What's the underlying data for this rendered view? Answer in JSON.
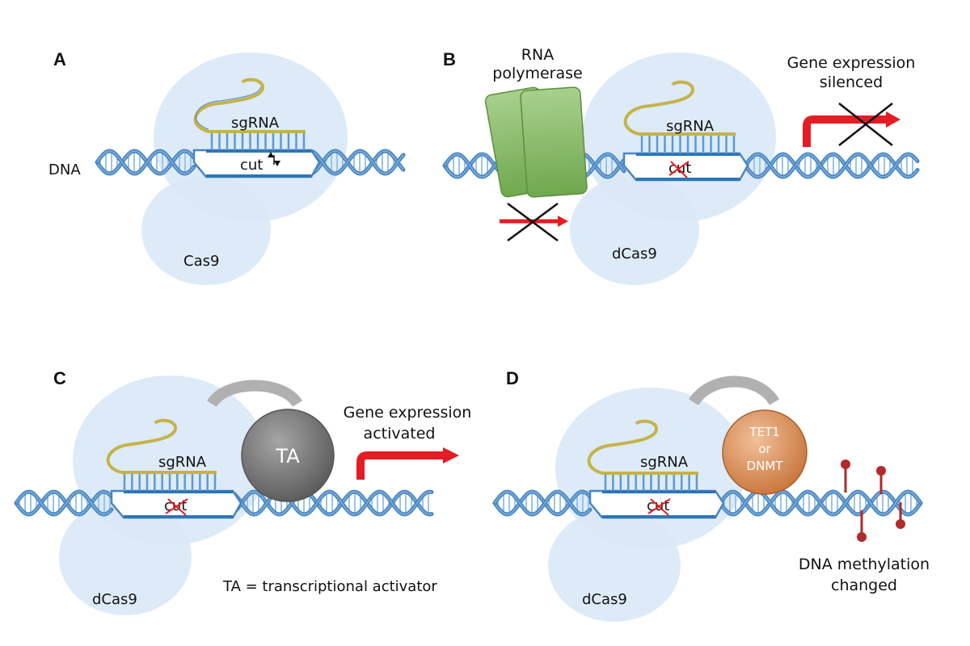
{
  "panels": {
    "a": {
      "letter": "A",
      "dna_label": "DNA",
      "guide_label": "sgRNA",
      "cut_label": "cut",
      "protein_label": "Cas9"
    },
    "b": {
      "letter": "B",
      "polymerase_label_line1": "RNA",
      "polymerase_label_line2": "polymerase",
      "guide_label": "sgRNA",
      "cut_label": "cut",
      "protein_label": "dCas9",
      "effect_line1": "Gene expression",
      "effect_line2": "silenced"
    },
    "c": {
      "letter": "C",
      "guide_label": "sgRNA",
      "cut_label": "cut",
      "protein_label": "dCas9",
      "fusion_label": "TA",
      "effect_line1": "Gene expression",
      "effect_line2": "activated",
      "legend_note": "TA = transcriptional activator"
    },
    "d": {
      "letter": "D",
      "guide_label": "sgRNA",
      "cut_label": "cut",
      "protein_label": "dCas9",
      "fusion_line1": "TET1",
      "fusion_line2": "or",
      "fusion_line3": "DNMT",
      "effect_line1": "DNA methylation",
      "effect_line2": "changed"
    }
  },
  "colors": {
    "dna_strand": "#4a86c0",
    "dna_rung": "#9dc3e6",
    "protein_blob": "#d9e8f7",
    "guide_rna": "#c5b34a",
    "polymerase": "#8dbf6a",
    "arrow": "#e51c23",
    "activator": "#7f7f7f",
    "modifier": "#e0955c",
    "methyl_mark": "#b22a2a"
  }
}
